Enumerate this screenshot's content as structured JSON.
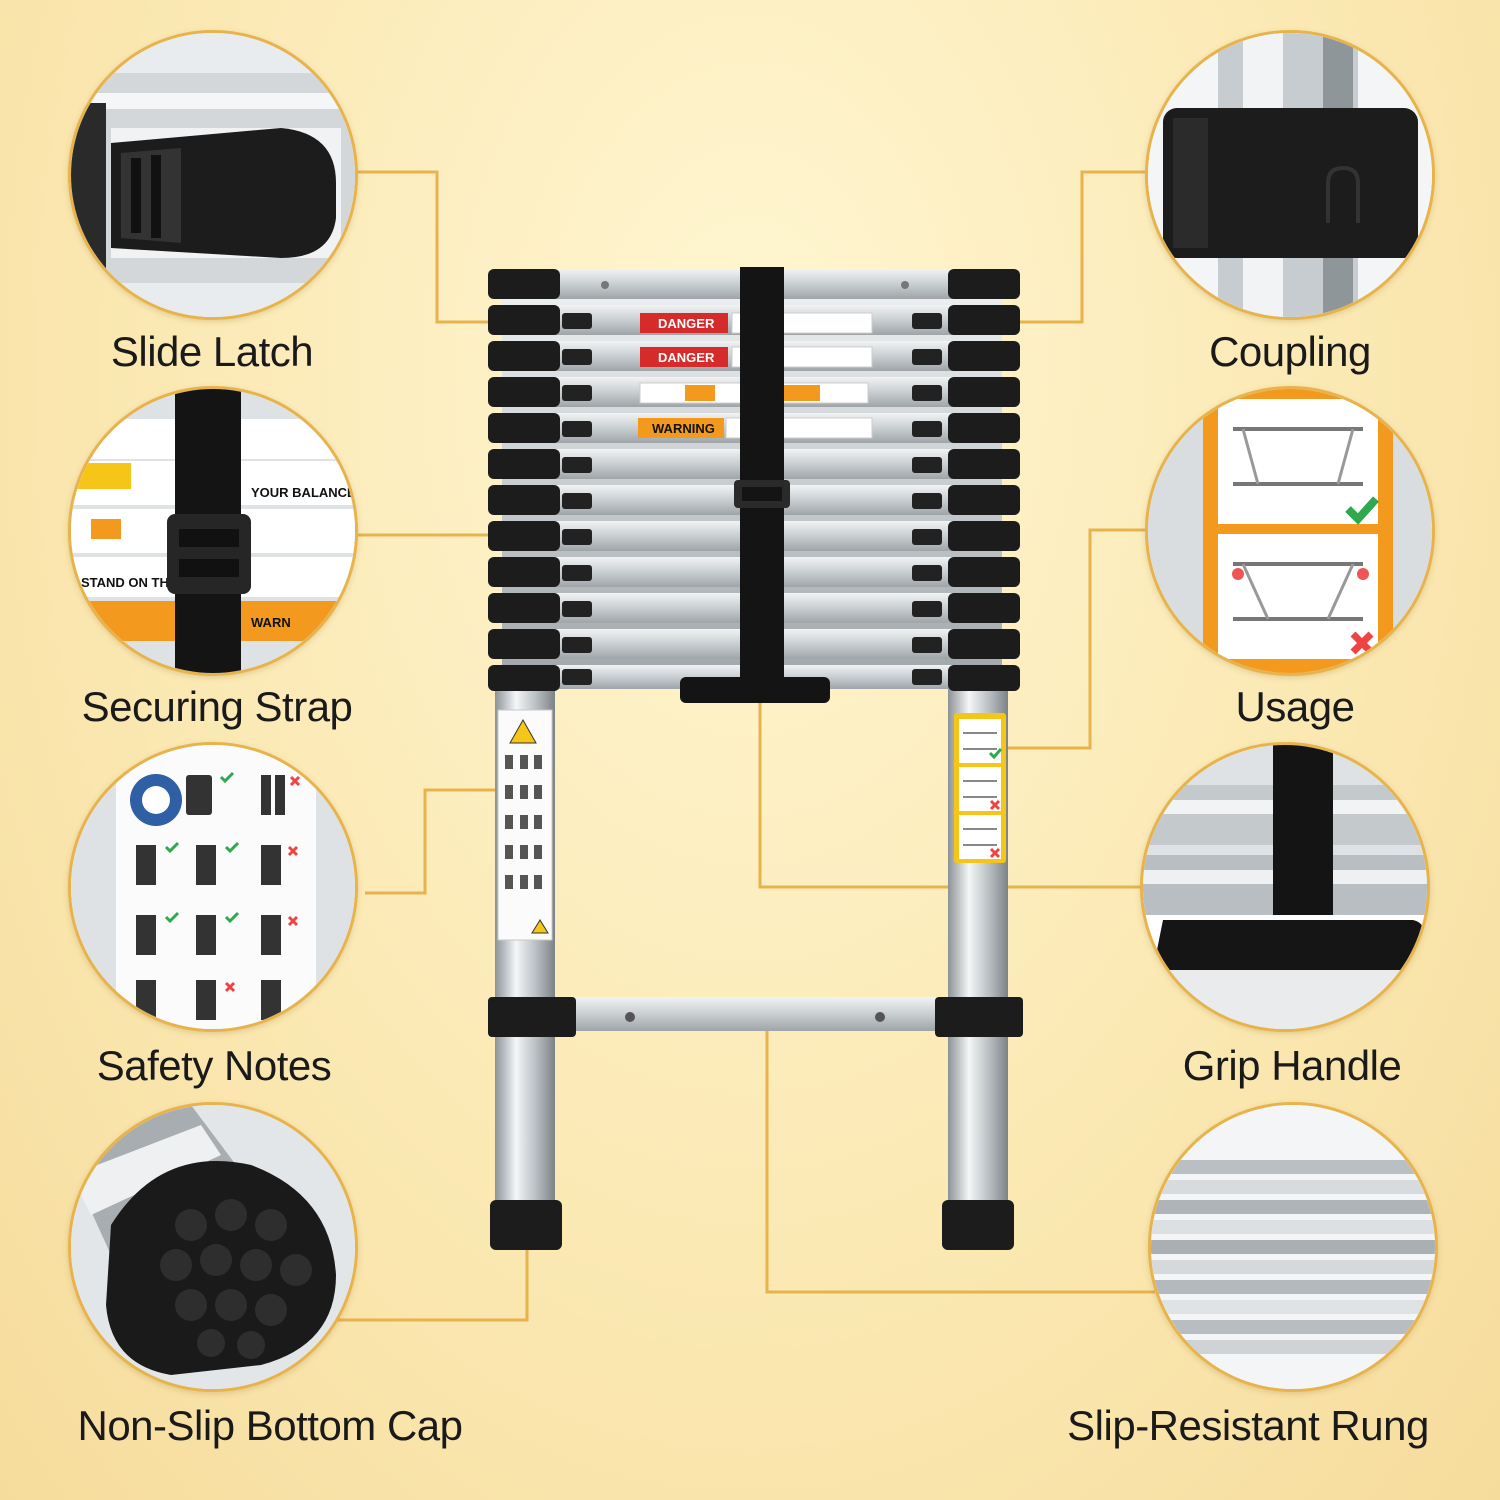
{
  "features": {
    "slide_latch": "Slide Latch",
    "coupling": "Coupling",
    "securing_strap": "Securing Strap",
    "usage": "Usage",
    "safety_notes": "Safety Notes",
    "grip_handle": "Grip Handle",
    "non_slip_cap": "Non-Slip Bottom Cap",
    "slip_resistant_rung": "Slip-Resistant Rung"
  },
  "ladder_labels": {
    "danger_1": "DANGER",
    "danger_2": "DANGER",
    "warning": "WARNING",
    "keep_balance": "YOUR BALANCE",
    "stand_on": "STAND ON THE LAS",
    "warn_partial": "WARN"
  },
  "colors": {
    "accent_line": "#e7b34c",
    "danger_red": "#d62b2b",
    "warning_orange": "#f39a1e",
    "plastic_black": "#1c1c1c",
    "aluminium": "#d9dde0"
  }
}
